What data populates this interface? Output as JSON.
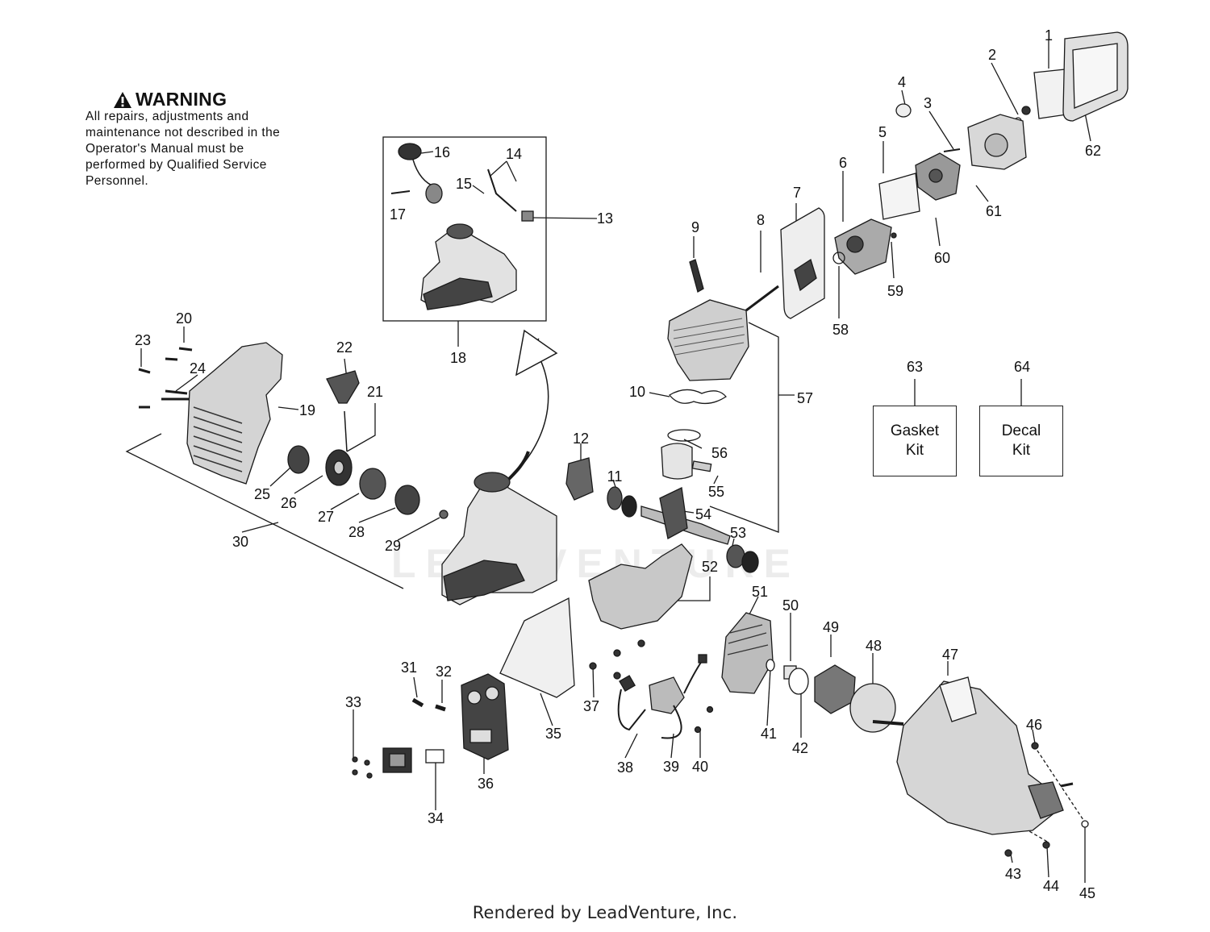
{
  "warning": {
    "title": "WARNING",
    "text": "All repairs, adjustments and maintenance not described in the Operator's Manual must be performed by Qualified Service Personnel."
  },
  "kits": [
    {
      "number": "63",
      "line1": "Gasket",
      "line2": "Kit"
    },
    {
      "number": "64",
      "line1": "Decal",
      "line2": "Kit"
    }
  ],
  "part_numbers": [
    "1",
    "2",
    "3",
    "4",
    "5",
    "6",
    "7",
    "8",
    "9",
    "10",
    "11",
    "12",
    "13",
    "14",
    "15",
    "16",
    "17",
    "18",
    "19",
    "20",
    "21",
    "22",
    "23",
    "24",
    "25",
    "26",
    "27",
    "28",
    "29",
    "30",
    "31",
    "32",
    "33",
    "34",
    "35",
    "36",
    "37",
    "38",
    "39",
    "40",
    "41",
    "42",
    "43",
    "44",
    "45",
    "46",
    "47",
    "48",
    "49",
    "50",
    "51",
    "52",
    "53",
    "54",
    "55",
    "56",
    "57",
    "58",
    "59",
    "60",
    "61",
    "62"
  ],
  "watermark": "LEADVENTURE",
  "footer": "Rendered by LeadVenture, Inc.",
  "colors": {
    "line": "#1a1a1a",
    "part_fill": "#e8e8e8",
    "dark": "#2a2a2a",
    "watermark": "#ececec"
  }
}
